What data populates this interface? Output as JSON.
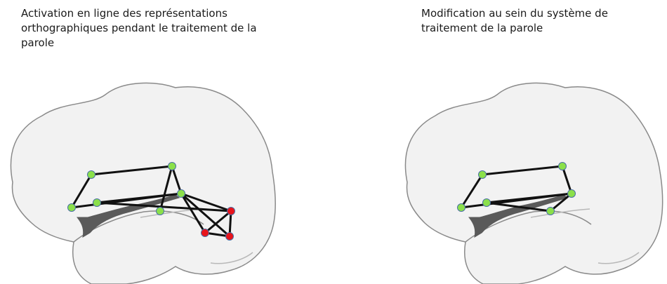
{
  "panels": [
    {
      "caption": "Activation en ligne des représentations orthographiques pendant le traitement de la parole",
      "nodes": [
        {
          "id": "a",
          "color": "green"
        },
        {
          "id": "b",
          "color": "green"
        },
        {
          "id": "c",
          "color": "green"
        },
        {
          "id": "d",
          "color": "green"
        },
        {
          "id": "e",
          "color": "green"
        },
        {
          "id": "f",
          "color": "green"
        },
        {
          "id": "g",
          "color": "red"
        },
        {
          "id": "h",
          "color": "red"
        },
        {
          "id": "i",
          "color": "red"
        }
      ],
      "edges": [
        [
          "a",
          "b"
        ],
        [
          "a",
          "e"
        ],
        [
          "b",
          "f"
        ],
        [
          "c",
          "e"
        ],
        [
          "c",
          "g"
        ],
        [
          "e",
          "f"
        ],
        [
          "e",
          "g"
        ],
        [
          "e",
          "h"
        ],
        [
          "e",
          "i"
        ],
        [
          "d",
          "f"
        ],
        [
          "g",
          "h"
        ],
        [
          "g",
          "i"
        ],
        [
          "h",
          "i"
        ]
      ]
    },
    {
      "caption": "Modification au sein du système de traitement de la parole",
      "nodes": [
        {
          "id": "a",
          "color": "green"
        },
        {
          "id": "b",
          "color": "green"
        },
        {
          "id": "c",
          "color": "green"
        },
        {
          "id": "d",
          "color": "green"
        },
        {
          "id": "e",
          "color": "green"
        },
        {
          "id": "f",
          "color": "green"
        }
      ],
      "edges": [
        [
          "a",
          "b"
        ],
        [
          "a",
          "e"
        ],
        [
          "b",
          "f"
        ],
        [
          "c",
          "e"
        ],
        [
          "c",
          "d"
        ],
        [
          "e",
          "f"
        ],
        [
          "e",
          "d"
        ]
      ]
    }
  ],
  "colors": {
    "node_green": "#8be04a",
    "node_red": "#e8141b",
    "node_stroke": "#4a6fa5",
    "edge": "#111111",
    "brain_fill": "#f2f2f2",
    "brain_stroke": "#8a8a8a",
    "sulcus": "#5a5a5a"
  }
}
